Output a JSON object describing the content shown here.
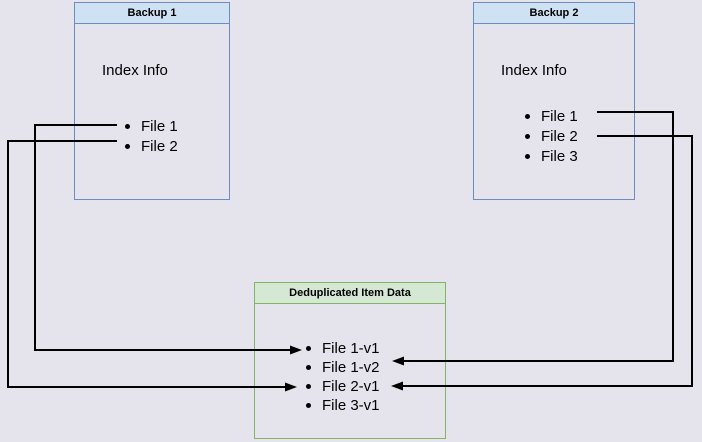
{
  "nodes": {
    "backup1": {
      "title": "Backup 1",
      "subtitle": "Index Info",
      "files": [
        "File 1",
        "File 2"
      ]
    },
    "backup2": {
      "title": "Backup 2",
      "subtitle": "Index Info",
      "files": [
        "File 1",
        "File 2",
        "File 3"
      ]
    },
    "dedup": {
      "title": "Deduplicated Item Data",
      "items": [
        "File 1-v1",
        "File 1-v2",
        "File 2-v1",
        "File 3-v1"
      ]
    }
  },
  "connections": [
    {
      "from": "Backup 1 / File 1",
      "to": "File 1-v1"
    },
    {
      "from": "Backup 1 / File 2",
      "to": "File 2-v1"
    },
    {
      "from": "Backup 2 / File 1",
      "to": "File 1-v2"
    },
    {
      "from": "Backup 2 / File 2",
      "to": "File 2-v1"
    }
  ],
  "colors": {
    "background": "#e5e4ed",
    "blue_fill": "#cfe2f3",
    "blue_border": "#6c8ebf",
    "green_fill": "#d5e8d4",
    "green_border": "#82b366",
    "line": "#000000"
  }
}
